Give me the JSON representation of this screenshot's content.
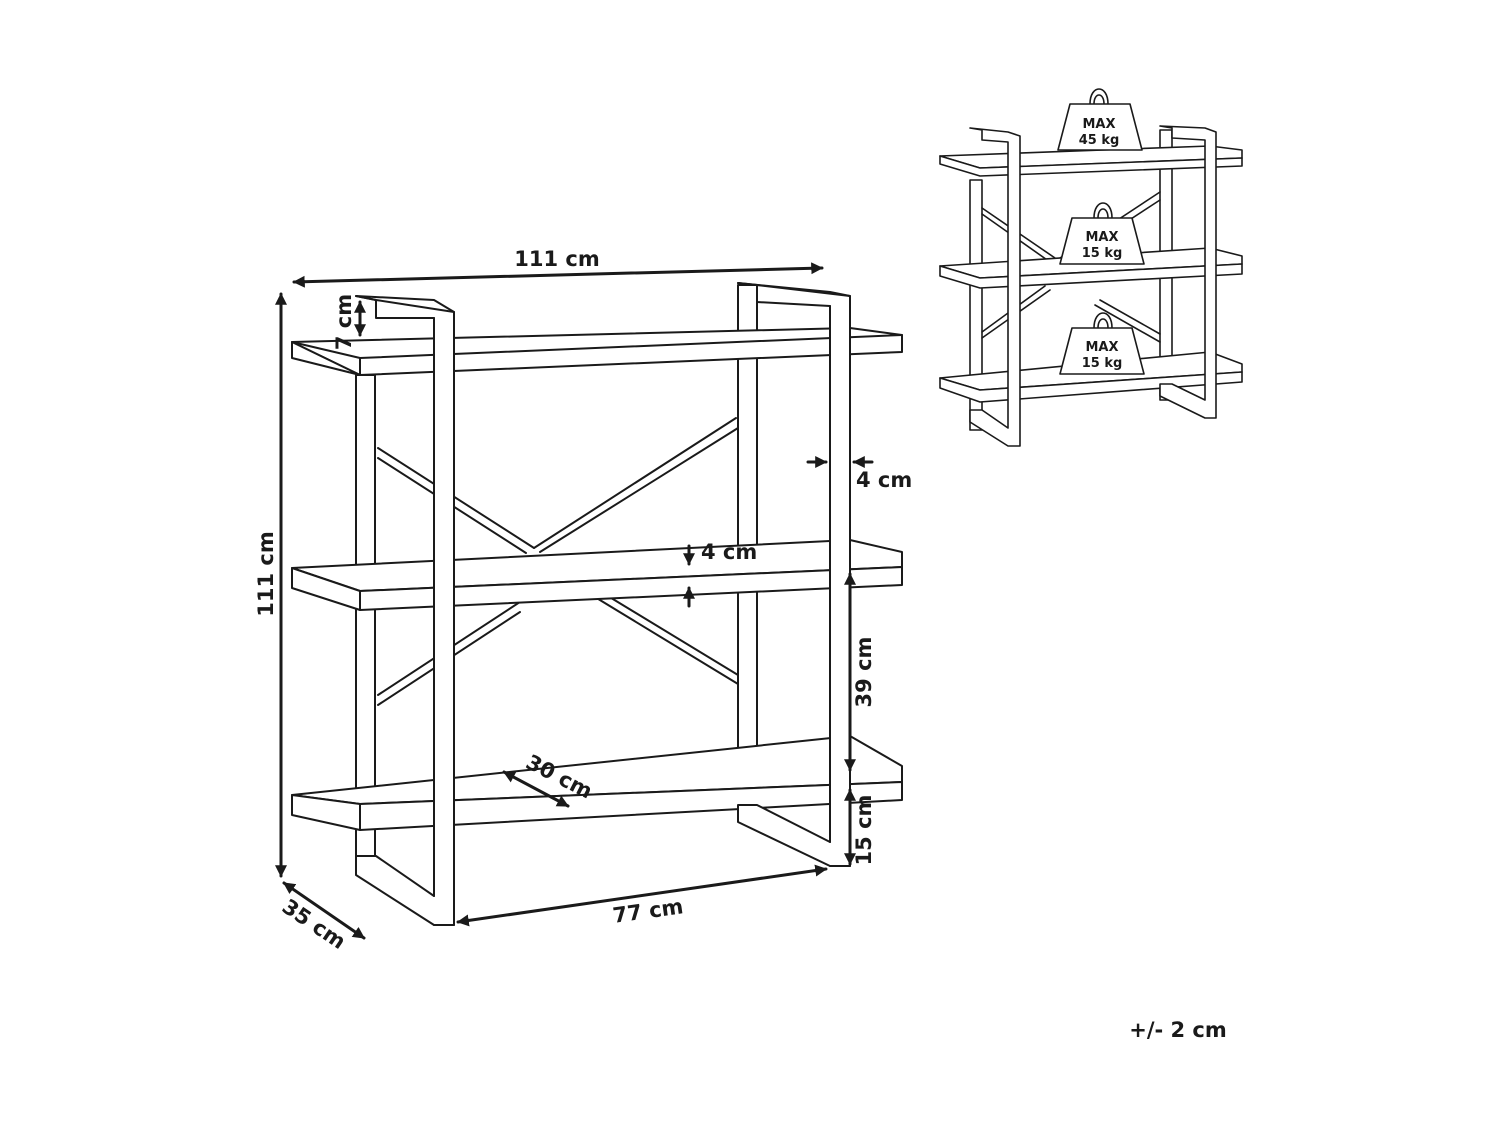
{
  "dimensions": {
    "width_top": "111 cm",
    "height_total": "111 cm",
    "top_offset": "7 cm",
    "leg_width": "4 cm",
    "shelf_thickness": "4 cm",
    "shelf_spacing": "39 cm",
    "bottom_clearance": "15 cm",
    "shelf_depth": "30 cm",
    "depth": "35 cm",
    "inner_width": "77 cm"
  },
  "load_limits": [
    {
      "max_label": "MAX",
      "weight": "45 kg"
    },
    {
      "max_label": "MAX",
      "weight": "15 kg"
    },
    {
      "max_label": "MAX",
      "weight": "15 kg"
    }
  ],
  "tolerance": "+/- 2 cm"
}
